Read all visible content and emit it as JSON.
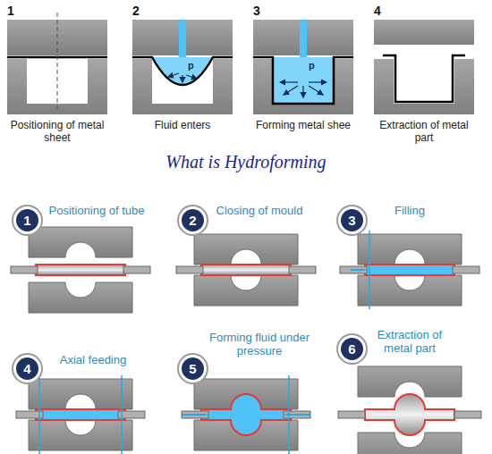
{
  "diagram": {
    "title": "What is Hydroforming",
    "nodes": [
      {
        "text": [
          "1"
        ]
      },
      {
        "text": [
          "2"
        ]
      },
      {
        "text": [
          "3"
        ]
      },
      {
        "text": [
          "4"
        ]
      },
      {
        "text": [
          "5"
        ]
      },
      {
        "text": [
          "6"
        ]
      }
    ],
    "labels": [
      "1",
      "Positioning of metal sheet",
      "2",
      "Fluid enters",
      "p",
      "3",
      "p",
      "Forming metal shee",
      "4",
      "Extraction of metal part",
      "Positioning of tube",
      "Closing of mould",
      "Filling",
      "Axial feeding",
      "Forming fluid under pressure",
      "Extraction of metal part"
    ]
  }
}
